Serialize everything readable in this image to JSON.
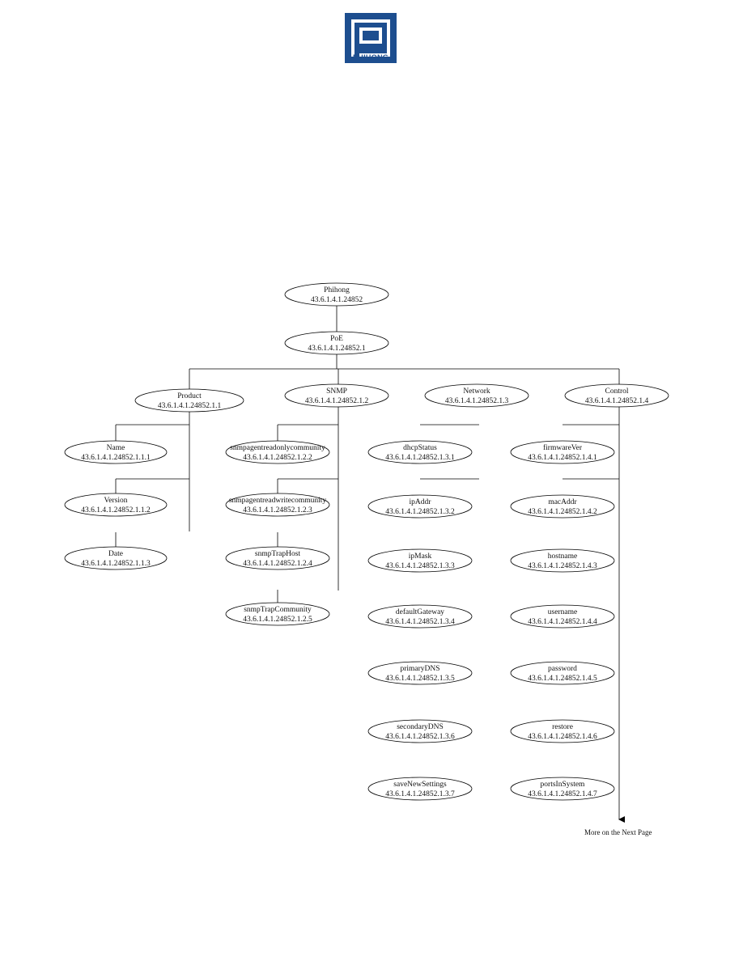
{
  "logo": {
    "text": "PHIHONG",
    "color": "#1d4e8f"
  },
  "nodes": {
    "root": {
      "name": "Phihong",
      "oid": "43.6.1.4.1.24852"
    },
    "poe": {
      "name": "PoE",
      "oid": "43.6.1.4.1.24852.1"
    },
    "product": {
      "name": "Product",
      "oid": "43.6.1.4.1.24852.1.1"
    },
    "snmp": {
      "name": "SNMP",
      "oid": "43.6.1.4.1.24852.1.2"
    },
    "network": {
      "name": "Network",
      "oid": "43.6.1.4.1.24852.1.3"
    },
    "control": {
      "name": "Control",
      "oid": "43.6.1.4.1.24852.1.4"
    },
    "name": {
      "name": "Name",
      "oid": "43.6.1.4.1.24852.1.1.1"
    },
    "version": {
      "name": "Version",
      "oid": "43.6.1.4.1.24852.1.1.2"
    },
    "date": {
      "name": "Date",
      "oid": "43.6.1.4.1.24852.1.1.3"
    },
    "snmpRead": {
      "name": "snmpagentreadonlycommunity",
      "oid": "43.6.1.4.1.24852.1.2.2"
    },
    "snmpWrite": {
      "name": "snmpagentreadwritecommunity",
      "oid": "43.6.1.4.1.24852.1.2.3"
    },
    "trapHost": {
      "name": "snmpTrapHost",
      "oid": "43.6.1.4.1.24852.1.2.4"
    },
    "trapComm": {
      "name": "snmpTrapCommunity",
      "oid": "43.6.1.4.1.24852.1.2.5"
    },
    "dhcp": {
      "name": "dhcpStatus",
      "oid": "43.6.1.4.1.24852.1.3.1"
    },
    "ipaddr": {
      "name": "ipAddr",
      "oid": "43.6.1.4.1.24852.1.3.2"
    },
    "ipmask": {
      "name": "ipMask",
      "oid": "43.6.1.4.1.24852.1.3.3"
    },
    "gateway": {
      "name": "defaultGateway",
      "oid": "43.6.1.4.1.24852.1.3.4"
    },
    "pdns": {
      "name": "primaryDNS",
      "oid": "43.6.1.4.1.24852.1.3.5"
    },
    "sdns": {
      "name": "secondaryDNS",
      "oid": "43.6.1.4.1.24852.1.3.6"
    },
    "save": {
      "name": "saveNewSettings",
      "oid": "43.6.1.4.1.24852.1.3.7"
    },
    "fw": {
      "name": "firmwareVer",
      "oid": "43.6.1.4.1.24852.1.4.1"
    },
    "mac": {
      "name": "macAddr",
      "oid": "43.6.1.4.1.24852.1.4.2"
    },
    "host": {
      "name": "hostname",
      "oid": "43.6.1.4.1.24852.1.4.3"
    },
    "user": {
      "name": "username",
      "oid": "43.6.1.4.1.24852.1.4.4"
    },
    "pass": {
      "name": "password",
      "oid": "43.6.1.4.1.24852.1.4.5"
    },
    "restore": {
      "name": "restore",
      "oid": "43.6.1.4.1.24852.1.4.6"
    },
    "ports": {
      "name": "portsInSystem",
      "oid": "43.6.1.4.1.24852.1.4.7"
    }
  },
  "note": "More on the Next Page"
}
